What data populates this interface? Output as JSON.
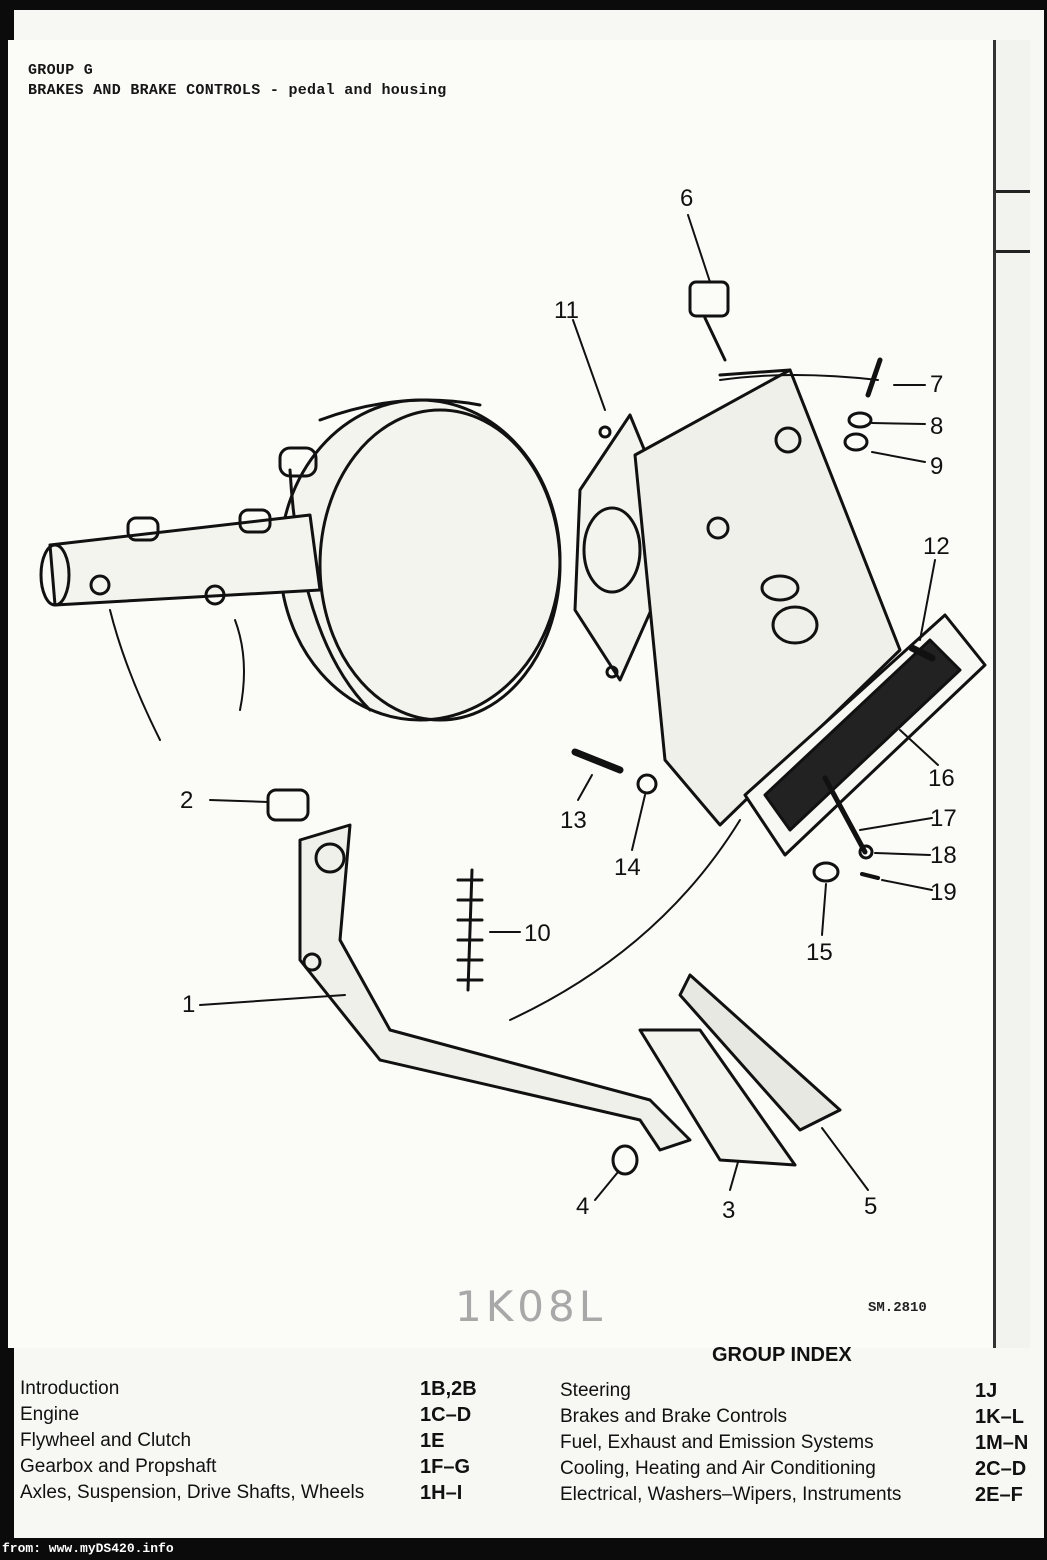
{
  "header": {
    "group": "GROUP G",
    "title": "BRAKES AND BRAKE CONTROLS - pedal and housing"
  },
  "diagram": {
    "reference": "SM.2810",
    "handwritten_mark": "1K08L",
    "callouts": [
      "1",
      "2",
      "3",
      "4",
      "5",
      "6",
      "7",
      "8",
      "9",
      "10",
      "11",
      "12",
      "13",
      "14",
      "15",
      "16",
      "17",
      "18",
      "19"
    ]
  },
  "group_index": {
    "title": "GROUP INDEX",
    "left": [
      {
        "label": "Introduction",
        "code": "1B,2B"
      },
      {
        "label": "Engine",
        "code": "1C–D"
      },
      {
        "label": "Flywheel and Clutch",
        "code": "1E"
      },
      {
        "label": "Gearbox and Propshaft",
        "code": "1F–G"
      },
      {
        "label": "Axles, Suspension, Drive Shafts, Wheels",
        "code": "1H–I"
      }
    ],
    "right": [
      {
        "label": "Steering",
        "code": "1J"
      },
      {
        "label": "Brakes and Brake Controls",
        "code": "1K–L"
      },
      {
        "label": "Fuel, Exhaust and Emission Systems",
        "code": "1M–N"
      },
      {
        "label": "Cooling, Heating and Air Conditioning",
        "code": "2C–D"
      },
      {
        "label": "Electrical, Washers–Wipers, Instruments",
        "code": "2E–F"
      }
    ]
  },
  "footer": {
    "source": "from: www.myDS420.info"
  }
}
